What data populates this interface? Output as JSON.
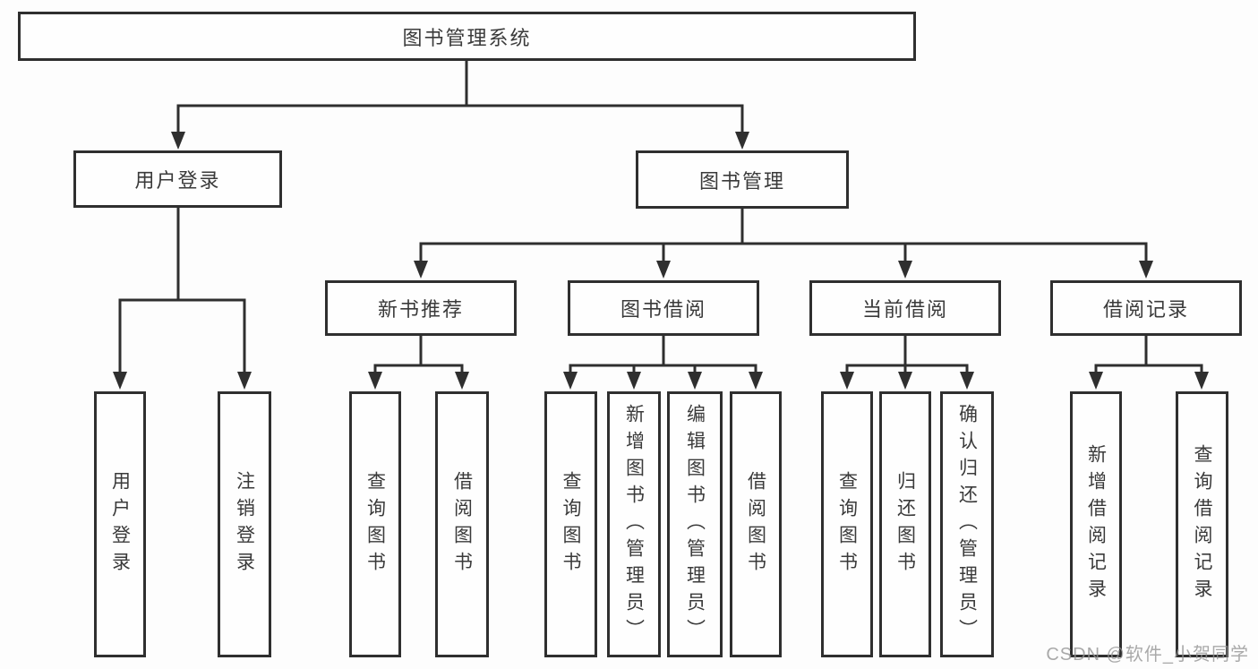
{
  "colors": {
    "line": "#2f2f2f",
    "box_border": "#2f2f2f",
    "text": "#3a3a3a",
    "background": "#fdfdfd",
    "watermark": "#949494"
  },
  "tree": {
    "root": {
      "label": "图书管理系统"
    },
    "branches": [
      {
        "label": "用户登录",
        "children": [
          {
            "label": "用户登录"
          },
          {
            "label": "注销登录"
          }
        ]
      },
      {
        "label": "图书管理",
        "sections": [
          {
            "label": "新书推荐",
            "children": [
              {
                "label": "查询图书"
              },
              {
                "label": "借阅图书"
              }
            ]
          },
          {
            "label": "图书借阅",
            "children": [
              {
                "label": "查询图书"
              },
              {
                "label": "新增图书（管理员）"
              },
              {
                "label": "编辑图书（管理员）"
              },
              {
                "label": "借阅图书"
              }
            ]
          },
          {
            "label": "当前借阅",
            "children": [
              {
                "label": "查询图书"
              },
              {
                "label": "归还图书"
              },
              {
                "label": "确认归还（管理员）"
              }
            ]
          },
          {
            "label": "借阅记录",
            "children": [
              {
                "label": "新增借阅记录"
              },
              {
                "label": "查询借阅记录"
              }
            ]
          }
        ]
      }
    ]
  },
  "watermark": {
    "text": "CSDN @软件_小贺同学"
  }
}
